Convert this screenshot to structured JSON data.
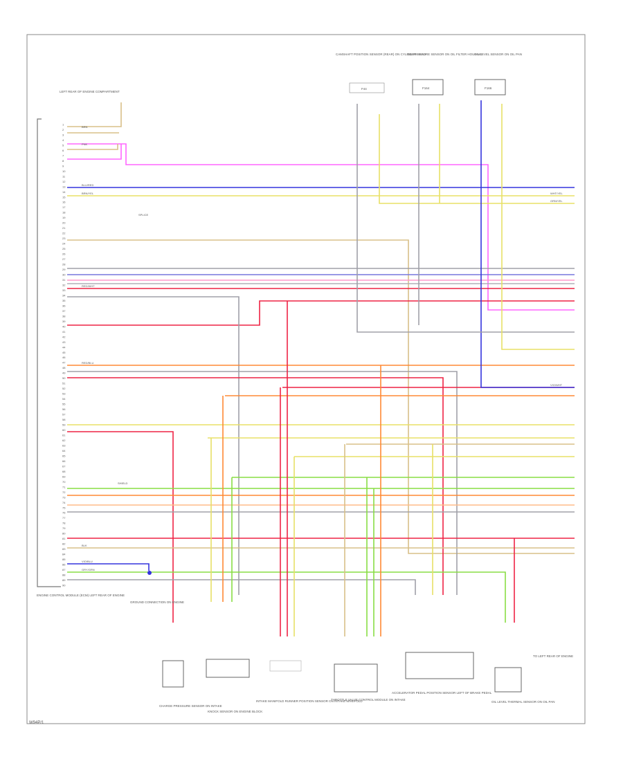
{
  "page": {
    "marker": "W94P/1"
  },
  "ecm": {
    "top_label": "LEFT REAR OF ENGINE COMPARTMENT",
    "bottom_label": "ENGINE CONTROL MODULE (ECM) LEFT REAR OF ENGINE",
    "pins": [
      "1",
      "2",
      "3",
      "4",
      "5",
      "6",
      "7",
      "8",
      "9",
      "10",
      "11",
      "12",
      "13",
      "14",
      "15",
      "16",
      "17",
      "18",
      "19",
      "20",
      "21",
      "22",
      "23",
      "24",
      "25",
      "26",
      "27",
      "28",
      "29",
      "30",
      "31",
      "32",
      "33",
      "34",
      "35",
      "36",
      "37",
      "38",
      "39",
      "40",
      "41",
      "42",
      "43",
      "44",
      "45",
      "46",
      "47",
      "48",
      "49",
      "50",
      "51",
      "52",
      "53",
      "54",
      "55",
      "56",
      "57",
      "58",
      "59",
      "60",
      "61",
      "62",
      "63",
      "64",
      "65",
      "66",
      "67",
      "68",
      "69",
      "70",
      "71",
      "72",
      "73",
      "74",
      "75",
      "76",
      "77",
      "78",
      "79",
      "80",
      "81",
      "82",
      "83",
      "84",
      "85",
      "86",
      "87",
      "88",
      "89",
      "90"
    ]
  },
  "wire_labels": {
    "brn": "BRN",
    "pnk": "PNK",
    "blu_red": "BLU/RED",
    "brn_yel": "BRN/YEL",
    "wht_yel": "WHT/YEL",
    "grn_yel": "GRN/YEL",
    "red_wht": "RED/WHT",
    "red_blu": "RED/BLU",
    "vio_blu": "VIO/BLU",
    "gry_grn": "GRY/GRN",
    "blk": "BLK",
    "vio_wht": "VIO/WHT"
  },
  "splices": {
    "splice_label": "SPLICE",
    "shield_label": "SHIELD",
    "ground_label": "GROUND"
  },
  "top_components": [
    {
      "label": "CAMSHAFT POSITION SENSOR (REAR) ON CYLINDER HEAD",
      "tag": "F44"
    },
    {
      "label": "OIL PRESSURE SENSOR ON OIL FILTER HOUSING",
      "tag": "F164"
    },
    {
      "label": "OIL LEVEL SENSOR ON OIL PAN",
      "tag": "F166"
    }
  ],
  "bottom_components": [
    {
      "label": "CHARGE PRESSURE SENSOR ON INTAKE"
    },
    {
      "label": "KNOCK SENSOR ON ENGINE BLOCK"
    },
    {
      "label": "INTAKE MANIFOLD RUNNER POSITION SENSOR ON INTAKE MANIFOLD"
    },
    {
      "label": "THROTTLE VALVE CONTROL MODULE ON INTAKE"
    },
    {
      "label": "ACCELERATOR PEDAL POSITION SENSOR LEFT OF BRAKE PEDAL"
    },
    {
      "label": "OIL LEVEL THERMAL SENSOR ON OIL PAN"
    },
    {
      "label": "TO LEFT REAR OF ENGINE"
    }
  ],
  "ground": {
    "label": "GROUND CONNECTION ON ENGINE"
  },
  "colors": {
    "pink": "#ff66ff",
    "blue": "#3333dd",
    "yellow": "#e8e066",
    "red": "#ee2244",
    "orange": "#ff8833",
    "green": "#88dd44",
    "gray": "#a0a0a8",
    "tan": "#d8c088",
    "peach": "#ffbb88",
    "black": "#222222"
  }
}
